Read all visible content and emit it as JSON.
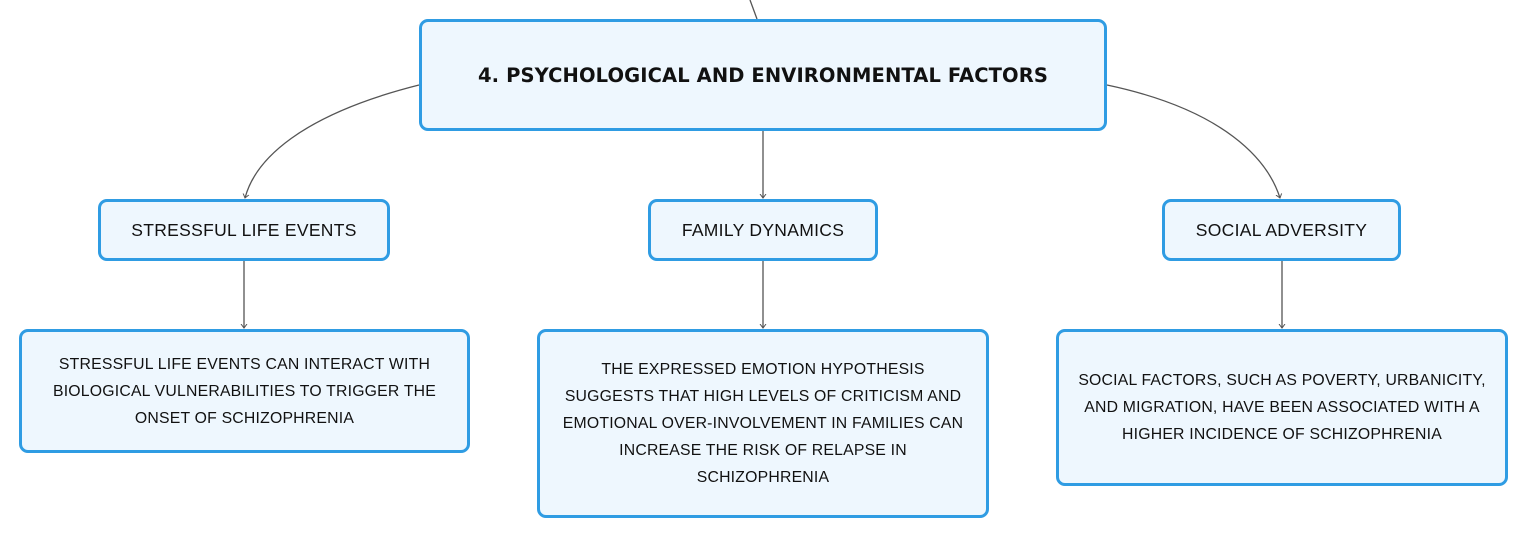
{
  "colors": {
    "node_border": "#2f9ce3",
    "node_fill": "#eef7fe",
    "connector": "#555555",
    "text": "#111111"
  },
  "root": {
    "label": "4. PSYCHOLOGICAL AND ENVIRONMENTAL FACTORS"
  },
  "branches": [
    {
      "label": "STRESSFUL LIFE EVENTS",
      "detail": "STRESSFUL LIFE EVENTS CAN INTERACT WITH BIOLOGICAL VULNERABILITIES TO TRIGGER THE ONSET OF SCHIZOPHRENIA"
    },
    {
      "label": "FAMILY DYNAMICS",
      "detail": "THE EXPRESSED EMOTION HYPOTHESIS SUGGESTS THAT HIGH LEVELS OF CRITICISM AND EMOTIONAL OVER-INVOLVEMENT IN FAMILIES CAN INCREASE THE RISK OF RELAPSE IN SCHIZOPHRENIA"
    },
    {
      "label": "SOCIAL ADVERSITY",
      "detail": "SOCIAL FACTORS, SUCH AS POVERTY, URBANICITY, AND MIGRATION, HAVE BEEN ASSOCIATED WITH A HIGHER INCIDENCE OF SCHIZOPHRENIA"
    }
  ]
}
